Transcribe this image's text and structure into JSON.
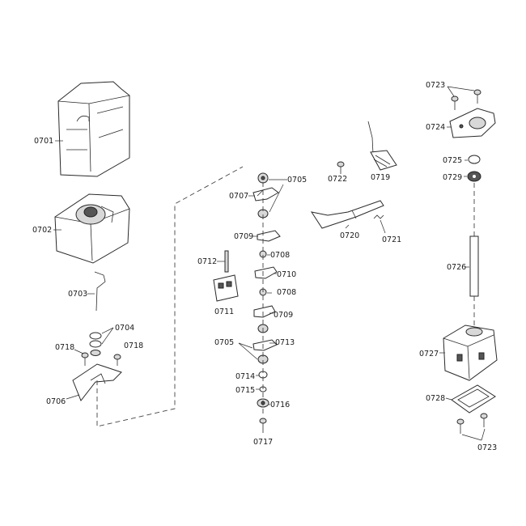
{
  "labels": {
    "p0701": "0701",
    "p0702": "0702",
    "p0703": "0703",
    "p0704": "0704",
    "p0705a": "0705",
    "p0705b": "0705",
    "p0706": "0706",
    "p0707": "0707",
    "p0708a": "0708",
    "p0708b": "0708",
    "p0709a": "0709",
    "p0709b": "0709",
    "p0710": "0710",
    "p0711": "0711",
    "p0712": "0712",
    "p0713": "0713",
    "p0714": "0714",
    "p0715": "0715",
    "p0716": "0716",
    "p0717": "0717",
    "p0718a": "0718",
    "p0718b": "0718",
    "p0719": "0719",
    "p0720": "0720",
    "p0721": "0721",
    "p0722": "0722",
    "p0723a": "0723",
    "p0723b": "0723",
    "p0724": "0724",
    "p0725": "0725",
    "p0726": "0726",
    "p0727": "0727",
    "p0728": "0728",
    "p0729": "0729"
  }
}
